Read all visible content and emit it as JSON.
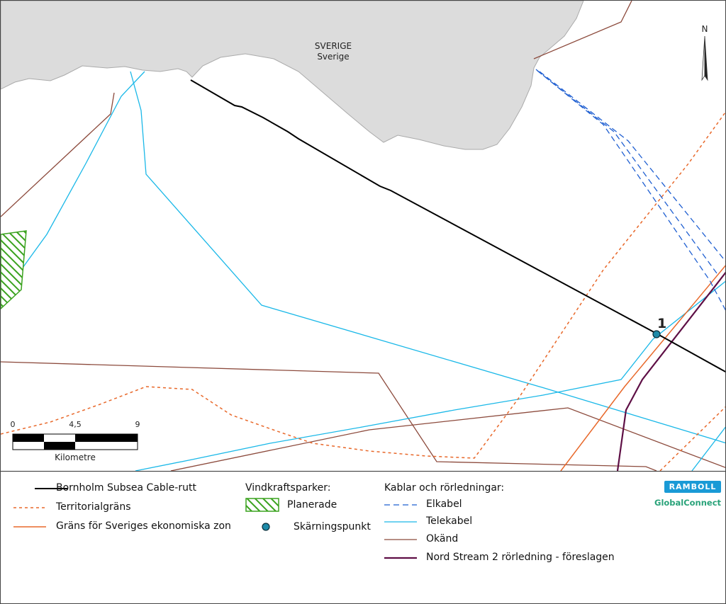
{
  "map": {
    "land_label_upper": "SVERIGE",
    "land_label_lower": "Sverige",
    "crossing_point_label": "1",
    "north_label": "N",
    "scale_bar": {
      "ticks": [
        "0",
        "4,5",
        "9"
      ],
      "unit": "Kilometre"
    }
  },
  "legend": {
    "route_label": "Bornholm Subsea Cable-rutt",
    "territorial_label": "Territorialgräns",
    "eez_label": "Gräns för Sveriges ekonomiska zon",
    "wind_header": "Vindkraftsparker:",
    "planned_label": "Planerade",
    "crossing_label": "Skärningspunkt",
    "cables_header": "Kablar och rörledningar:",
    "power_cable_label": "Elkabel",
    "telecom_cable_label": "Telekabel",
    "unknown_label": "Okänd",
    "nordstream_label": "Nord Stream 2 rörledning - föreslagen"
  },
  "logos": {
    "ramboll": "RAMBOLL",
    "globalconnect": "GlobalConnect"
  },
  "colors": {
    "route": "#000000",
    "territorial": "#e8682a",
    "eez": "#e8682a",
    "power_cable": "#1f5fd1",
    "telecom_cable": "#1ab8e8",
    "unknown": "#8c4a3c",
    "nordstream": "#5e0f45",
    "wind_park": "#3aa21e",
    "land": "#dcdcdc",
    "crossing_point": "#1e8aa8"
  }
}
